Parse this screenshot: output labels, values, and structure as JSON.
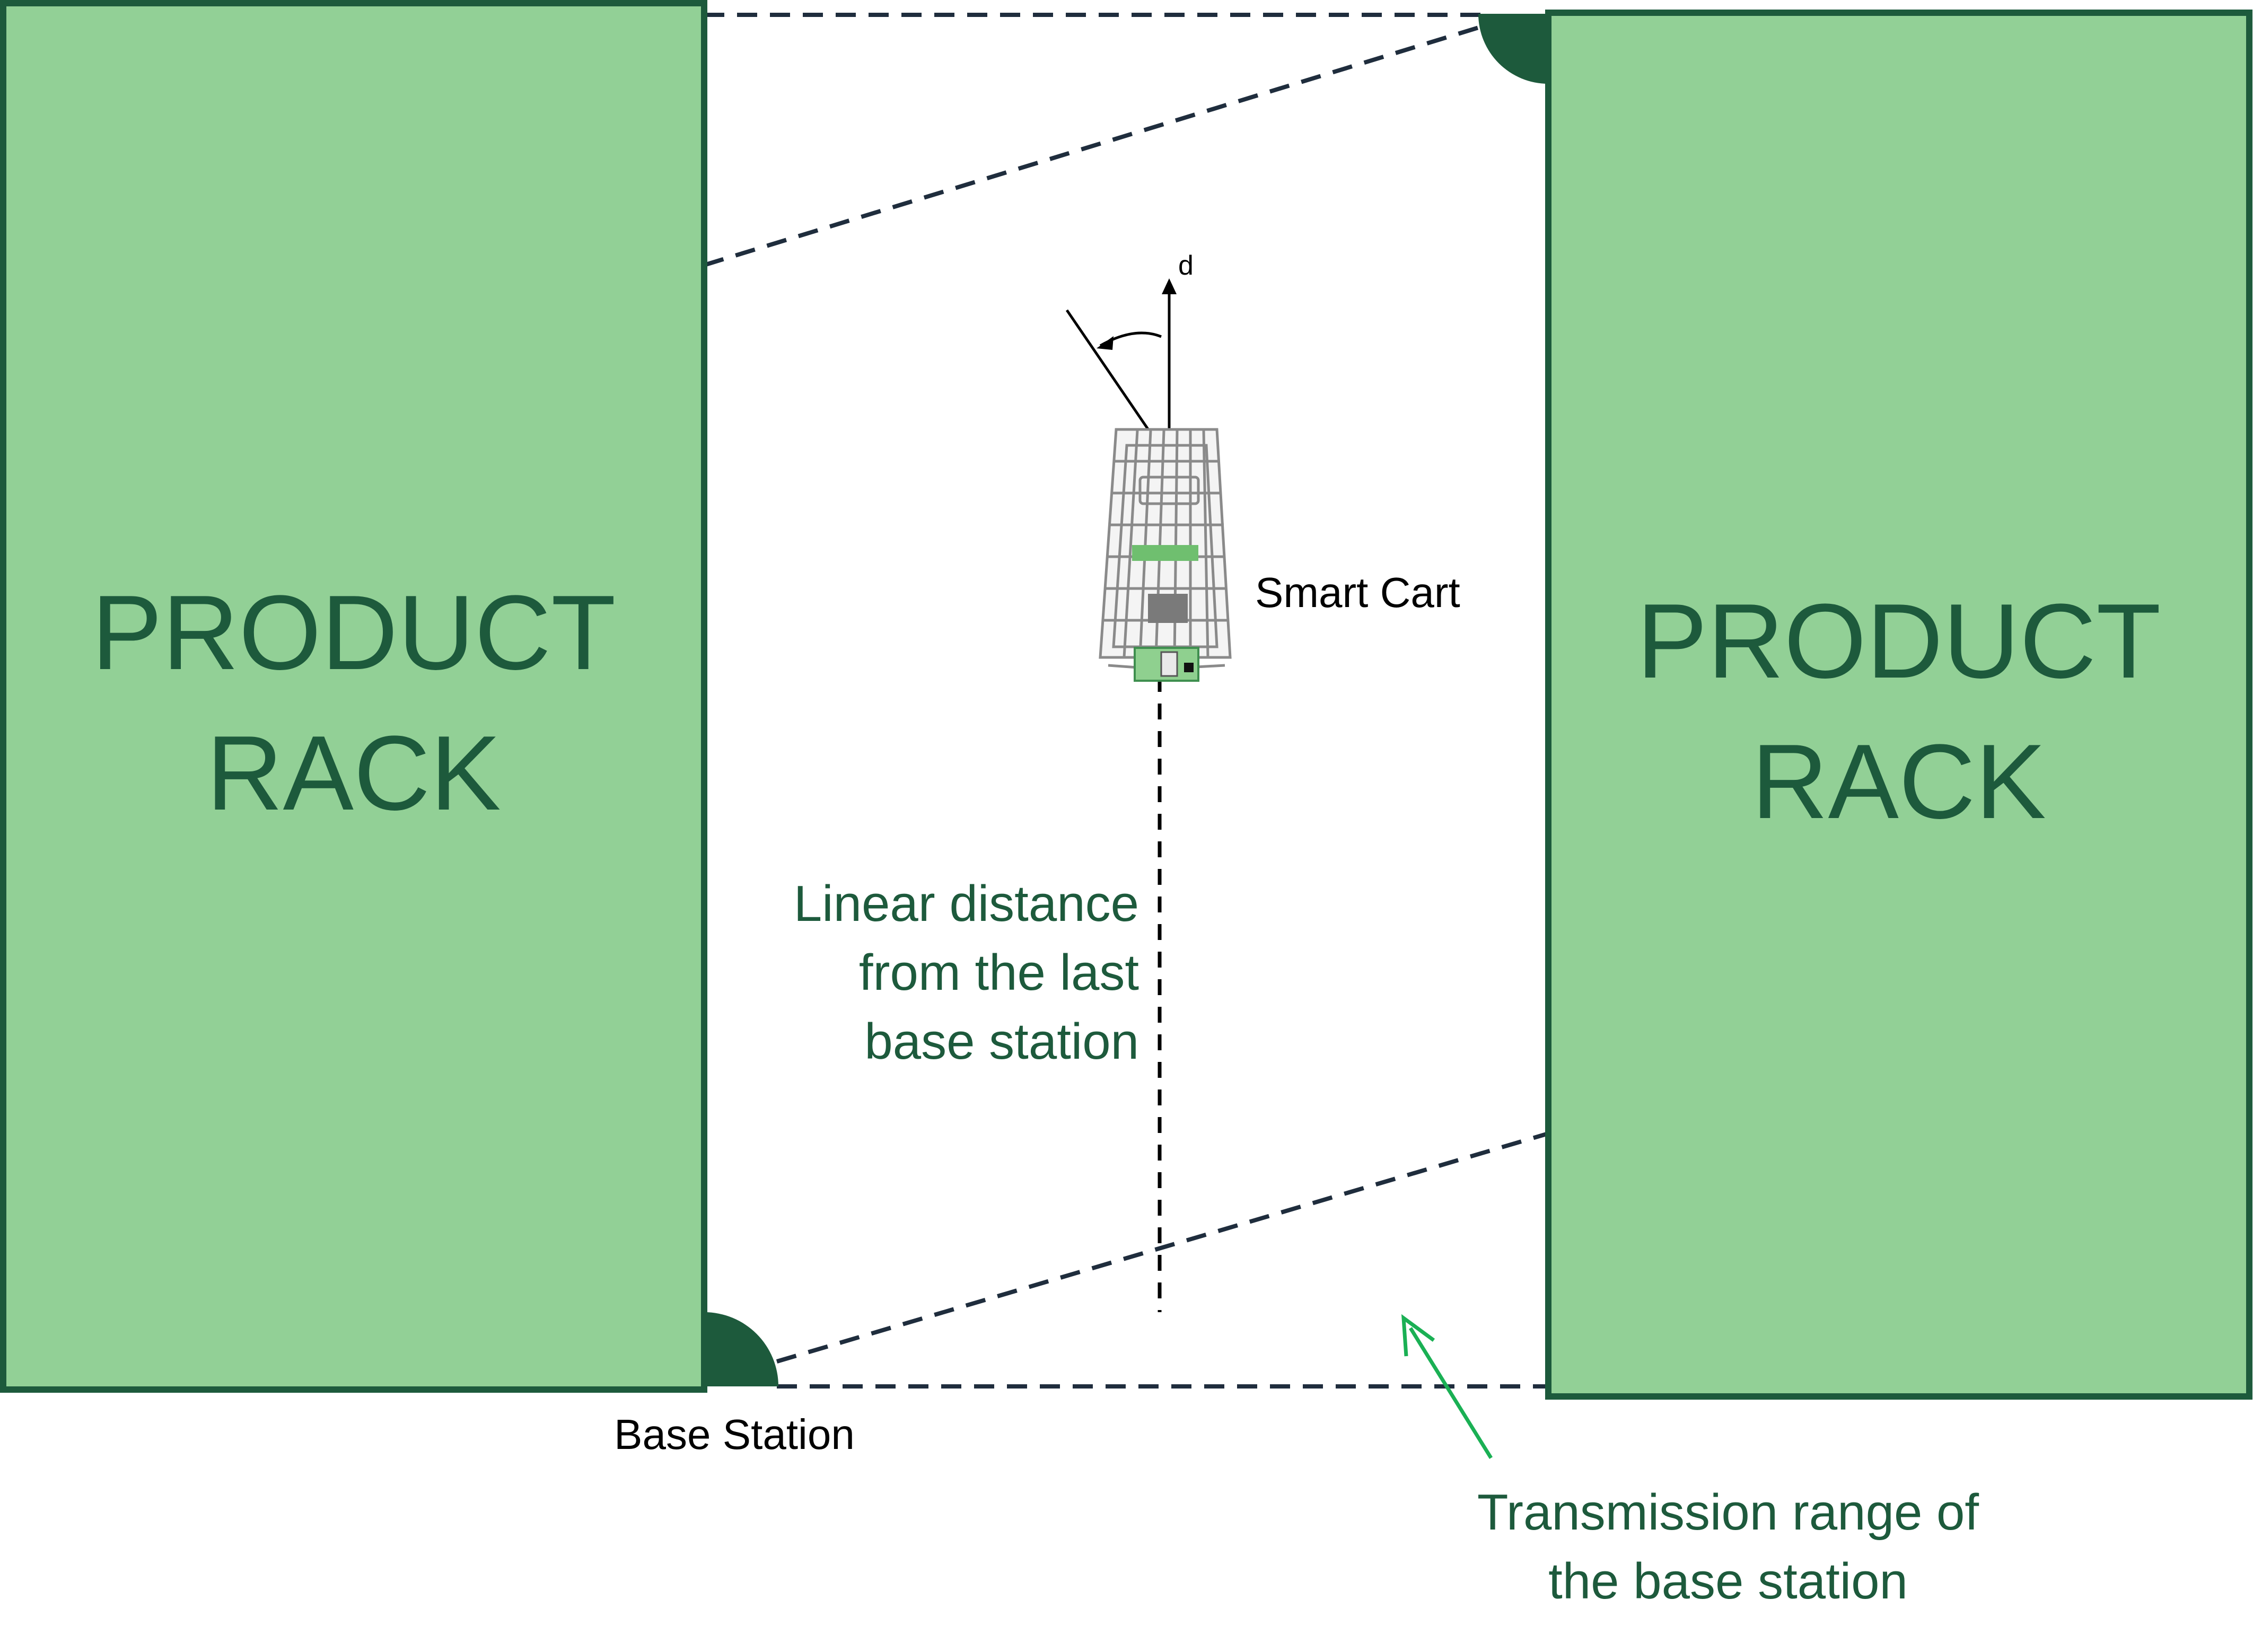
{
  "colors": {
    "rack_fill": "#92d096",
    "rack_border": "#1d5a3c",
    "range_line": "#1f2d3d",
    "annotation_text": "#1d5a3c",
    "pointer_arrow": "#1ab054",
    "station_marker": "#1d5a3c"
  },
  "left_rack": {
    "line1": "PRODUCT",
    "line2": "RACK"
  },
  "right_rack": {
    "line1": "PRODUCT",
    "line2": "RACK"
  },
  "cart": {
    "label": "Smart Cart",
    "direction_label": "d"
  },
  "distance_note": {
    "line1": "Linear distance",
    "line2": "from the last",
    "line3": "base station"
  },
  "base_station": {
    "label": "Base Station"
  },
  "range_note": {
    "line1": "Transmission range of",
    "line2": "the base station"
  }
}
